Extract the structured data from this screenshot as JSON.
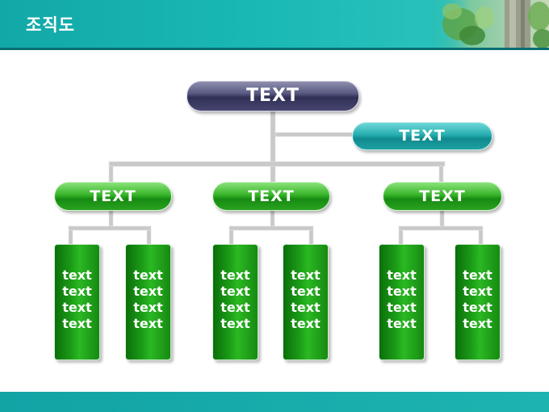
{
  "header": {
    "title": "조직도"
  },
  "top": {
    "label": "TEXT"
  },
  "side": {
    "label": "TEXT"
  },
  "branches": [
    {
      "label": "TEXT",
      "leaves": [
        [
          "text",
          "text",
          "text",
          "text"
        ],
        [
          "text",
          "text",
          "text",
          "text"
        ]
      ]
    },
    {
      "label": "TEXT",
      "leaves": [
        [
          "text",
          "text",
          "text",
          "text"
        ],
        [
          "text",
          "text",
          "text",
          "text"
        ]
      ]
    },
    {
      "label": "TEXT",
      "leaves": [
        [
          "text",
          "text",
          "text",
          "text"
        ],
        [
          "text",
          "text",
          "text",
          "text"
        ]
      ]
    }
  ],
  "colors": {
    "header": "#19b8b4",
    "top_node": "#3a3a64",
    "side_node": "#1ea0a2",
    "branch_node": "#2aa220",
    "leaf_node": "#1a9a16",
    "connector": "#c8c8c8"
  }
}
